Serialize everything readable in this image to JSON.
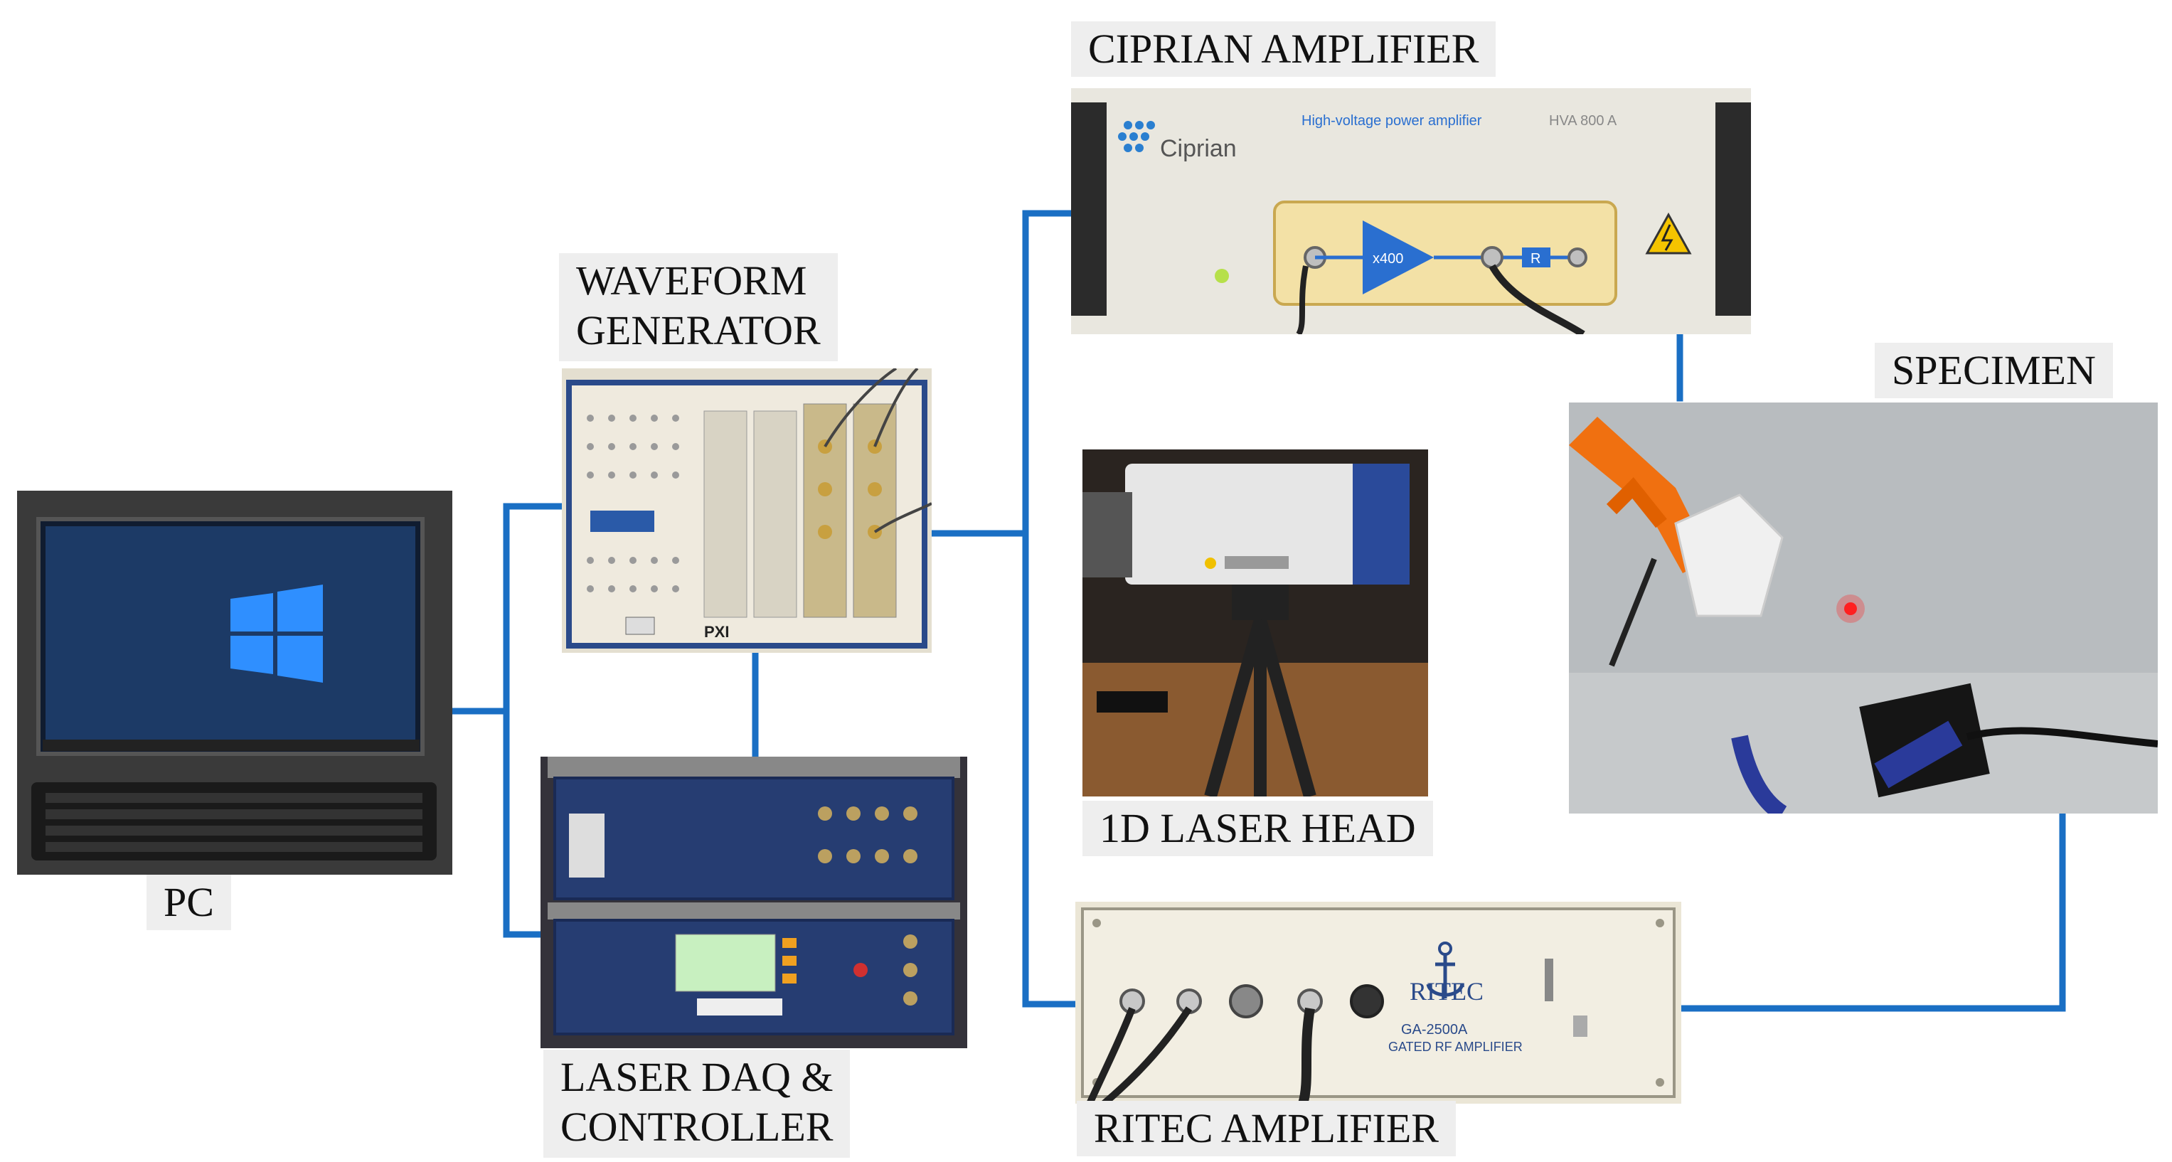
{
  "labels": {
    "pc": "PC",
    "waveform_generator_line1": "WAVEFORM",
    "waveform_generator_line2": "GENERATOR",
    "laser_daq_line1": "LASER DAQ &",
    "laser_daq_line2": "CONTROLLER",
    "ciprian_amplifier": "CIPRIAN AMPLIFIER",
    "laser_head": "1D LASER HEAD",
    "specimen": "SPECIMEN",
    "ritec_amplifier": "RITEC AMPLIFIER"
  },
  "equipment_text": {
    "ciprian_brand": "Ciprian",
    "ciprian_product": "High-voltage power amplifier",
    "ciprian_model": "HVA 800 A",
    "ciprian_gain": "x400",
    "ciprian_resistor": "R",
    "pxi_text": "PXI",
    "ritec_brand": "RITEC",
    "ritec_model": "GA-2500A",
    "ritec_subtitle": "GATED RF AMPLIFIER"
  },
  "colors": {
    "connector": "#1a6fc4",
    "label_bg": "#eeeeee"
  },
  "icons": {
    "windows_logo": "windows-logo-icon",
    "high_voltage_warning": "high-voltage-warning-icon",
    "ritec_anchor": "anchor-logo-icon"
  }
}
